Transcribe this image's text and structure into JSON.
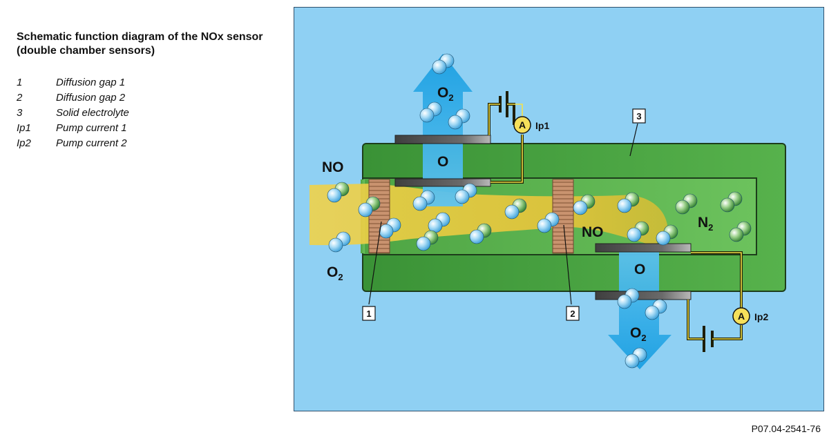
{
  "title": "Schematic function diagram of the NOx sensor (double chamber sensors)",
  "legend": [
    {
      "key": "1",
      "text": "Diffusion gap 1"
    },
    {
      "key": "2",
      "text": "Diffusion gap 2"
    },
    {
      "key": "3",
      "text": "Solid electrolyte"
    },
    {
      "key": "Ip1",
      "text": "Pump current 1"
    },
    {
      "key": "Ip2",
      "text": "Pump current 2"
    }
  ],
  "diagram": {
    "no_inlet": "NO",
    "o2_inlet": "O",
    "o2_inlet_sub": "2",
    "o2_top": "O",
    "o2_top_sub": "2",
    "o_top": "O",
    "no_chamber2": "NO",
    "n2": "N",
    "n2_sub": "2",
    "o_bottom": "O",
    "o2_bottom": "O",
    "o2_bottom_sub": "2",
    "ammeter_symbol": "A",
    "ip1": "Ip1",
    "ip2": "Ip2",
    "callout_1": "1",
    "callout_2": "2",
    "callout_3": "3"
  },
  "colors": {
    "background": "#8fd0f3",
    "electrolyte": "#3f9b3c",
    "gas_flow": "#e8c53a",
    "pump_arrow": "#1fa6e6",
    "electrode": "#5a5a5a",
    "diffusion_gap": "#b9856a"
  },
  "reference_code": "P07.04-2541-76"
}
